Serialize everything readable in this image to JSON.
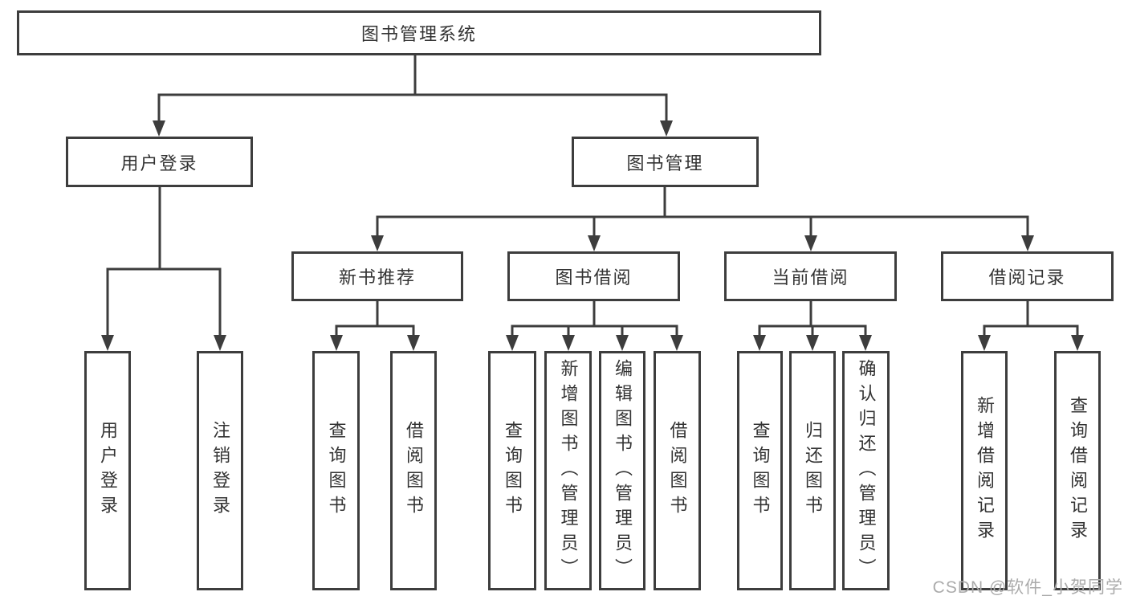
{
  "diagram": {
    "root_label": "图书管理系统",
    "branches": [
      {
        "label": "用户登录",
        "children": [
          {
            "label": "用户登录"
          },
          {
            "label": "注销登录"
          }
        ]
      },
      {
        "label": "图书管理",
        "children": [
          {
            "label": "新书推荐",
            "children": [
              {
                "label": "查询图书"
              },
              {
                "label": "借阅图书"
              }
            ]
          },
          {
            "label": "图书借阅",
            "children": [
              {
                "label": "查询图书"
              },
              {
                "label": "新增图书（管理员）"
              },
              {
                "label": "编辑图书（管理员）"
              },
              {
                "label": "借阅图书"
              }
            ]
          },
          {
            "label": "当前借阅",
            "children": [
              {
                "label": "查询图书"
              },
              {
                "label": "归还图书"
              },
              {
                "label": "确认归还（管理员）"
              }
            ]
          },
          {
            "label": "借阅记录",
            "children": [
              {
                "label": "新增借阅记录"
              },
              {
                "label": "查询借阅记录"
              }
            ]
          }
        ]
      }
    ]
  },
  "watermark": {
    "text": "CSDN @软件_小贺同学"
  },
  "colors": {
    "line": "#3d3d3d",
    "box_border": "#3d3d3d",
    "text": "#333333",
    "watermark": "#ababab",
    "background": "#ffffff"
  }
}
